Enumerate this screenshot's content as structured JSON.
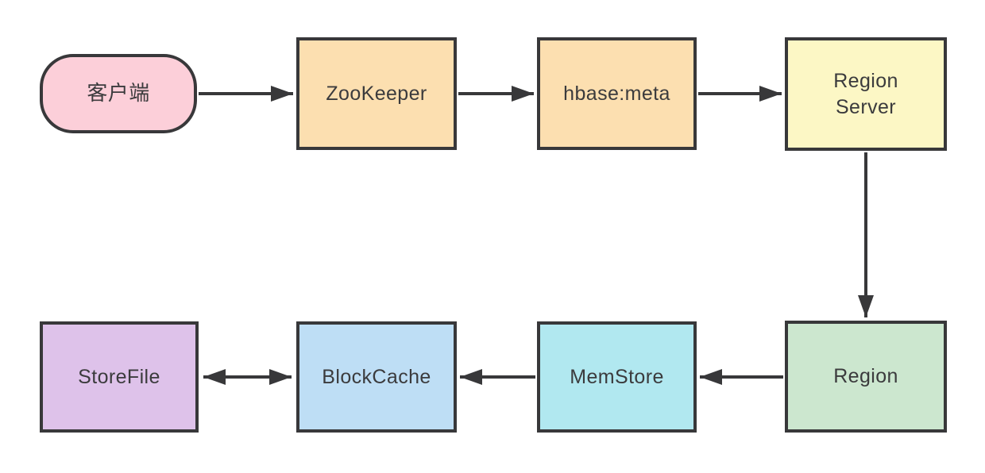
{
  "diagram": {
    "title": "HBase read path flow diagram",
    "colors": {
      "background": "#ffffff",
      "stroke": "#38383a",
      "text": "#3b3b3d"
    },
    "nodes": [
      {
        "id": "client",
        "label": "客户端",
        "shape": "stadium",
        "fill": "#fccfd9"
      },
      {
        "id": "zookeeper",
        "label": "ZooKeeper",
        "shape": "rect",
        "fill": "#fcdfb0"
      },
      {
        "id": "hbase-meta",
        "label": "hbase:meta",
        "shape": "rect",
        "fill": "#fcdfb0"
      },
      {
        "id": "region-server",
        "label": "Region Server",
        "label_lines": [
          "Region",
          "Server"
        ],
        "shape": "rect",
        "fill": "#fcf7c5"
      },
      {
        "id": "region",
        "label": "Region",
        "shape": "rect",
        "fill": "#cce7cf"
      },
      {
        "id": "memstore",
        "label": "MemStore",
        "shape": "rect",
        "fill": "#b1e8f0"
      },
      {
        "id": "blockcache",
        "label": "BlockCache",
        "shape": "rect",
        "fill": "#bedef5"
      },
      {
        "id": "storefile",
        "label": "StoreFile",
        "shape": "rect",
        "fill": "#dec2ea"
      }
    ],
    "edges": [
      {
        "from": "客户端",
        "to": "ZooKeeper",
        "type": "arrow"
      },
      {
        "from": "ZooKeeper",
        "to": "hbase:meta",
        "type": "arrow"
      },
      {
        "from": "hbase:meta",
        "to": "Region Server",
        "type": "arrow"
      },
      {
        "from": "Region Server",
        "to": "Region",
        "type": "arrow"
      },
      {
        "from": "Region",
        "to": "MemStore",
        "type": "arrow"
      },
      {
        "from": "MemStore",
        "to": "BlockCache",
        "type": "arrow"
      },
      {
        "from": "BlockCache",
        "to": "StoreFile",
        "type": "double-arrow"
      }
    ]
  }
}
